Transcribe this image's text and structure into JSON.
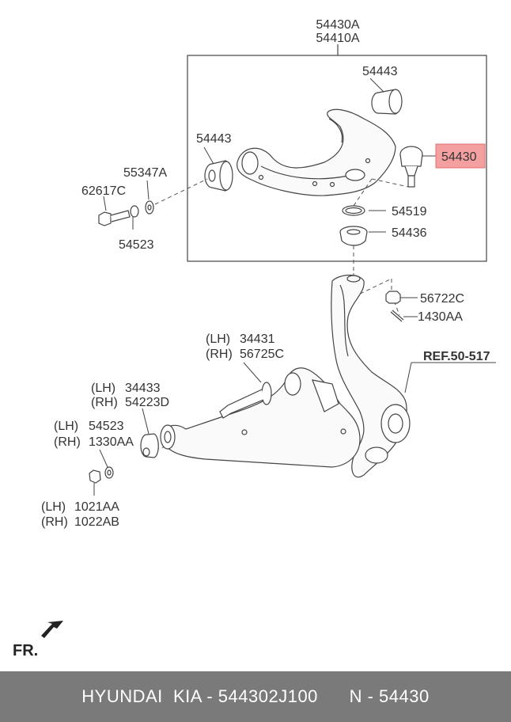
{
  "labels": {
    "assy_a": "54430A",
    "assy_b": "54410A",
    "bushing_top": "54443",
    "bushing_left": "54443",
    "ball_joint": "54430",
    "washer": "55347A",
    "bolt": "62617C",
    "nut_upper": "54523",
    "snap_ring": "54519",
    "dust_boot": "54436",
    "castle_nut": "56722C",
    "cotter_pin": "1430AA",
    "ref": "REF.50-517",
    "lh_1": "(LH)",
    "rh_1": "(RH)",
    "lower_bolt_lh": "34431",
    "lower_bolt_rh": "56725C",
    "lh_2": "(LH)",
    "rh_2": "(RH)",
    "lower_bush_lh": "34433",
    "lower_bush_rh": "54223D",
    "lh_3": "(LH)",
    "rh_3": "(RH)",
    "lower_washer_lh": "54523",
    "lower_washer_rh": "1330AA",
    "lh_4": "(LH)",
    "rh_4": "(RH)",
    "lower_nut_lh": "1021AA",
    "lower_nut_rh": "1022AB",
    "front": "FR."
  },
  "highlight_color": "#f4a0a0",
  "footer": {
    "brand": "HYUNDAI  KIA - 544302J100",
    "number": "N - 54430"
  }
}
